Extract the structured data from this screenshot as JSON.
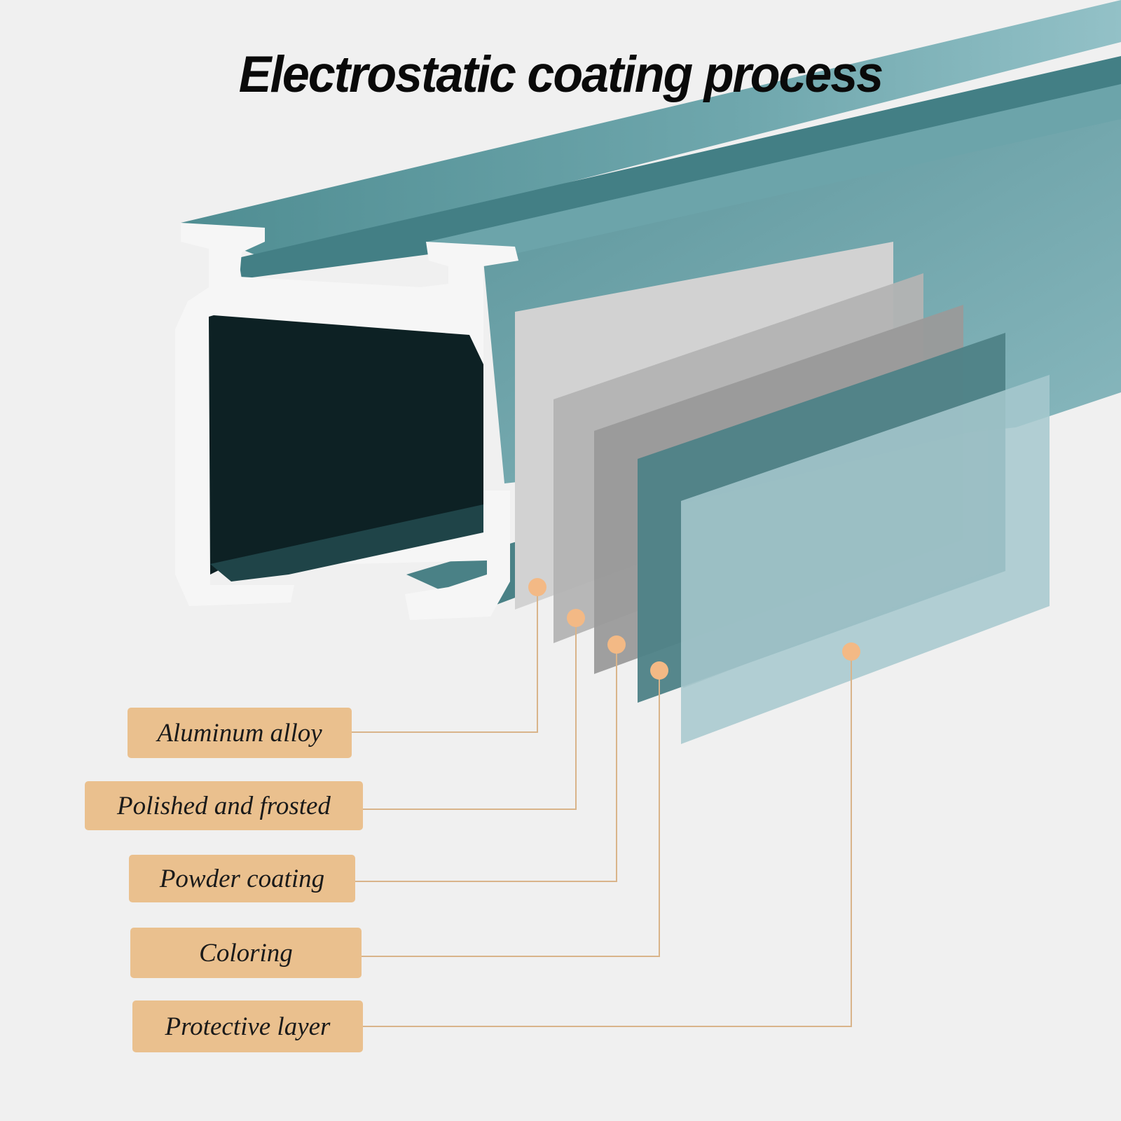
{
  "title": "Electrostatic coating process",
  "layers": [
    {
      "label": "Aluminum alloy"
    },
    {
      "label": "Polished and frosted"
    },
    {
      "label": "Powder coating"
    },
    {
      "label": "Coloring"
    },
    {
      "label": "Protective layer"
    }
  ],
  "colors": {
    "background": "#f0f0f0",
    "rail": "#5e9aa0",
    "label_fill": "#eac08e",
    "marker": "#f3b985",
    "leader_line": "#d9b48a"
  }
}
